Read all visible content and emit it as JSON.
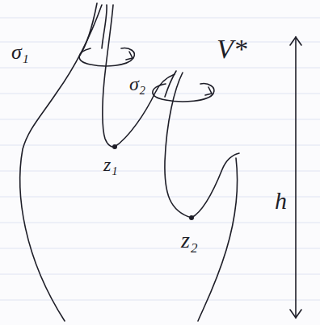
{
  "diagram": {
    "labels": [
      "σ₁",
      "V*",
      "σ₂",
      "z₁",
      "z₂",
      "h"
    ]
  }
}
